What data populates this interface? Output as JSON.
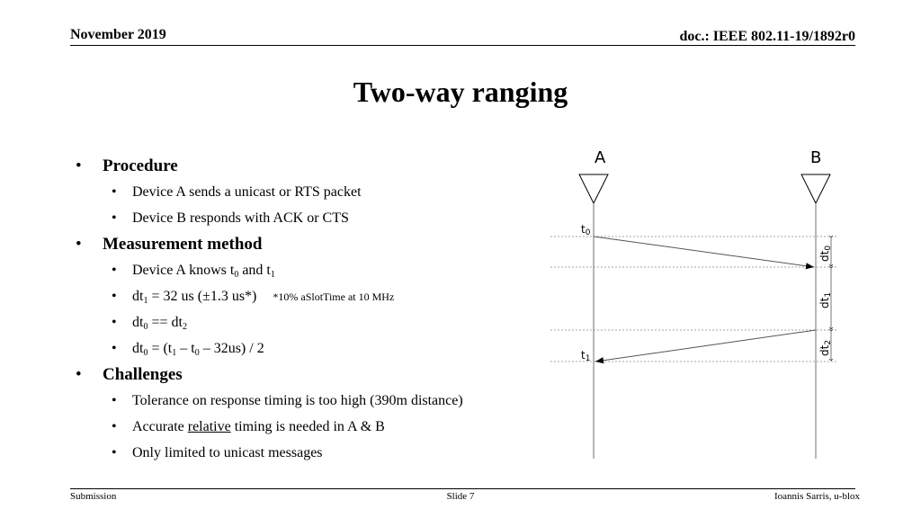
{
  "header": {
    "date": "November 2019",
    "doc": "doc.: IEEE 802.11-19/1892r0"
  },
  "title": "Two-way ranging",
  "sections": {
    "procedure": {
      "title": "Procedure",
      "items": [
        "Device A sends a unicast or RTS packet",
        "Device B responds with ACK or CTS"
      ]
    },
    "measurement": {
      "title": "Measurement method",
      "knows": {
        "pre": "Device A knows t",
        "s1": "0",
        "mid": " and t",
        "s2": "1"
      },
      "dt1": {
        "a": "dt",
        "s1": "1",
        "b": " = 32 us (±1.3 us*)",
        "note": "*10% aSlotTime at 10 MHz"
      },
      "eq": {
        "a": "dt",
        "s1": "0",
        "b": " == dt",
        "s2": "2"
      },
      "formula": {
        "a": "dt",
        "s1": "0",
        "b": " = (t",
        "s2": "1",
        "c": " – t",
        "s3": "0",
        "d": " – 32us) / 2"
      }
    },
    "challenges": {
      "title": "Challenges",
      "items": {
        "tolerance": "Tolerance on response timing is too high (390m distance)",
        "accurate_pre": "Accurate ",
        "accurate_ul": "relative",
        "accurate_post": " timing is needed in A & B",
        "unicast": "Only limited to unicast messages"
      }
    }
  },
  "diagram": {
    "label_a": "A",
    "label_b": "B",
    "t0": "t",
    "t0_sub": "0",
    "t1": "t",
    "t1_sub": "1",
    "dt0": "dt",
    "dt0_sub": "0",
    "dt1": "dt",
    "dt1_sub": "1",
    "dt2": "dt",
    "dt2_sub": "2"
  },
  "footer": {
    "left": "Submission",
    "center": "Slide 7",
    "right": "Ioannis Sarris, u-blox"
  }
}
